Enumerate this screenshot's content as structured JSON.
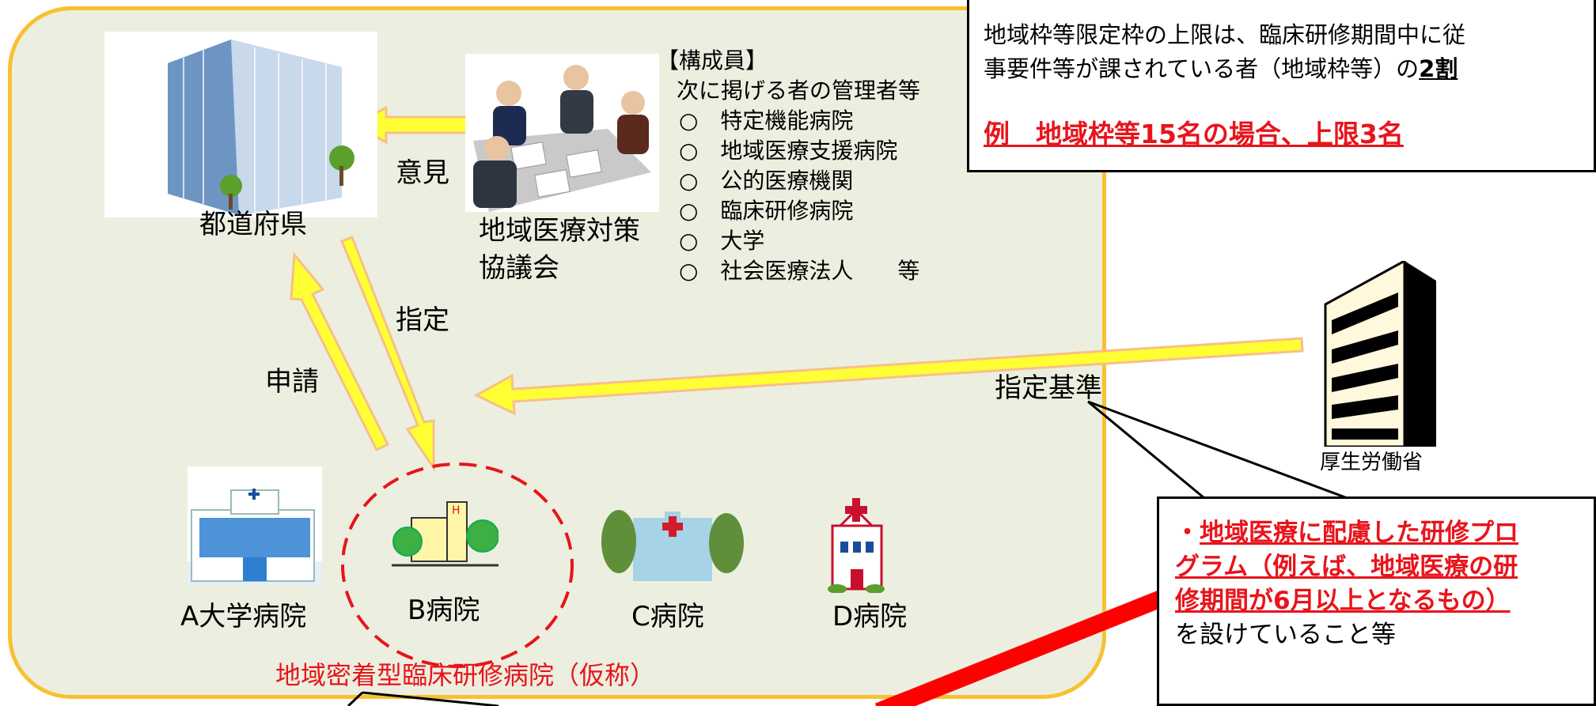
{
  "region_label": "地域密着型臨床研修病院（仮称）",
  "prefecture": {
    "label": "都道府県"
  },
  "council": {
    "label_line1": "地域医療対策",
    "label_line2": "協議会"
  },
  "members": {
    "title": "【構成員】",
    "intro": "次に掲げる者の管理者等",
    "items": [
      "○　特定機能病院",
      "○　地域医療支援病院",
      "○　公的医療機関",
      "○　臨床研修病院",
      "○　大学",
      "○　社会医療法人　　等"
    ]
  },
  "flows": {
    "opinion": "意見",
    "designation": "指定",
    "application": "申請",
    "criteria": "指定基準"
  },
  "hospitals": [
    "A大学病院",
    "B病院",
    "C病院",
    "D病院"
  ],
  "ministry": {
    "label": "厚生労働省"
  },
  "quota_box": {
    "line1": "地域枠等限定枠の上限は、臨床研修期間中に従",
    "line2_prefix": "事要件等が課されている者（地域枠等）の",
    "line2_emph": "2割",
    "example": "例　地域枠等15名の場合、上限3名"
  },
  "criteria_box": {
    "bullet": "・",
    "line1": "地域医療に配慮した研修プロ",
    "line2": "グラム（例えば、地域医療の研",
    "line3": "修期間が6月以上となるもの）",
    "line4": "を設けていること等"
  },
  "colors": {
    "accent_red": "#e8141b",
    "arrow_fill": "#ffff33",
    "arrow_edge": "#f6c08a",
    "region_fill": "#ecefdf",
    "region_border": "#f7c132"
  }
}
